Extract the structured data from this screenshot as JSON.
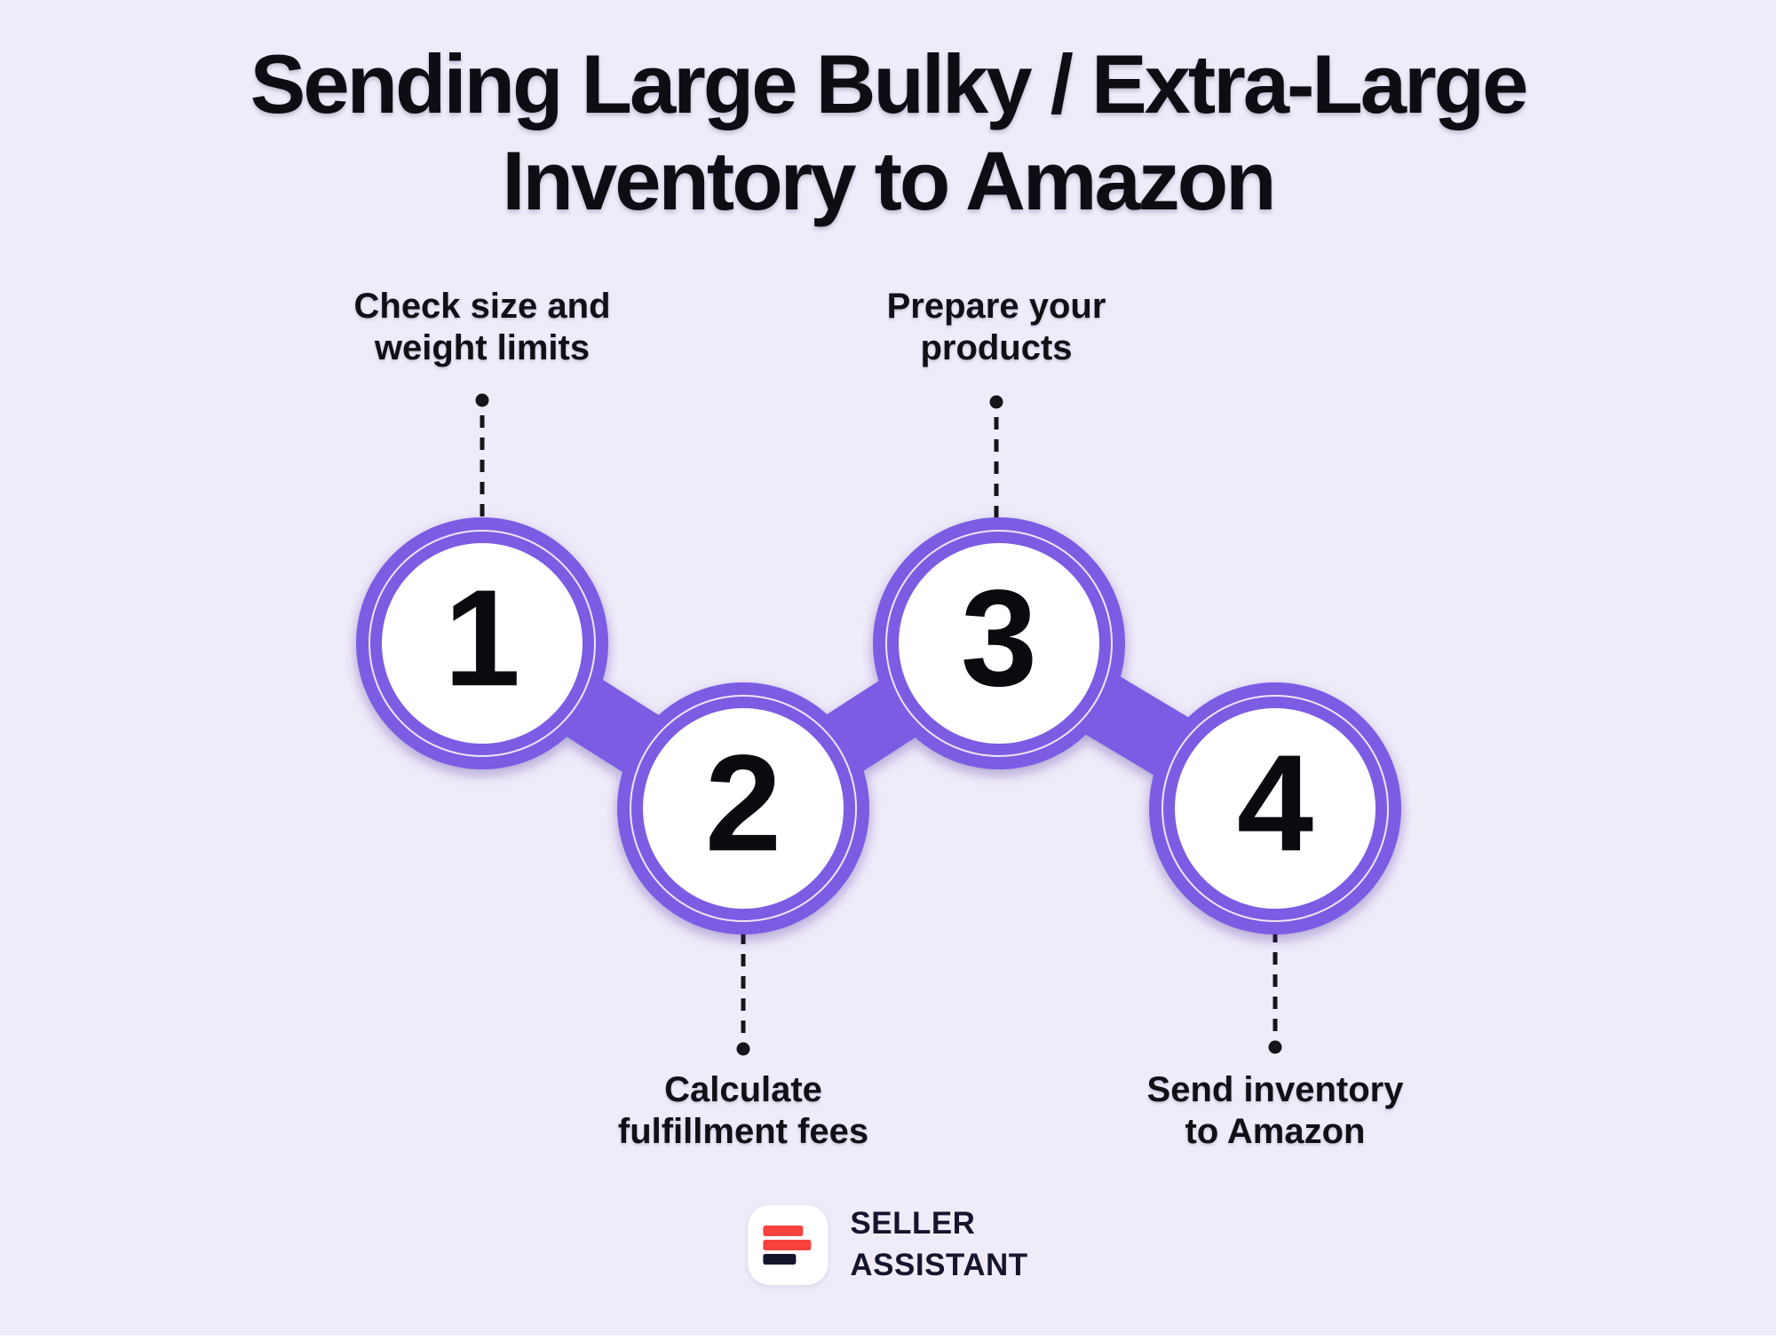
{
  "title": "Sending Large Bulky / Extra-Large\nInventory to Amazon",
  "colors": {
    "accent": "#7C5BE2",
    "bg": "#EFECF9",
    "ink": "#0D0D13",
    "logo-red": "#F9423E",
    "logo-navy": "#15152D"
  },
  "steps": [
    {
      "number": "1",
      "label": "Check size and\nweight limits",
      "label_position": "top"
    },
    {
      "number": "2",
      "label": "Calculate\nfulfillment fees",
      "label_position": "bottom"
    },
    {
      "number": "3",
      "label": "Prepare your\nproducts",
      "label_position": "top"
    },
    {
      "number": "4",
      "label": "Send inventory\nto Amazon",
      "label_position": "bottom"
    }
  ],
  "logo": {
    "name": "Seller Assistant",
    "wordmark": "SELLER\nASSISTANT"
  }
}
